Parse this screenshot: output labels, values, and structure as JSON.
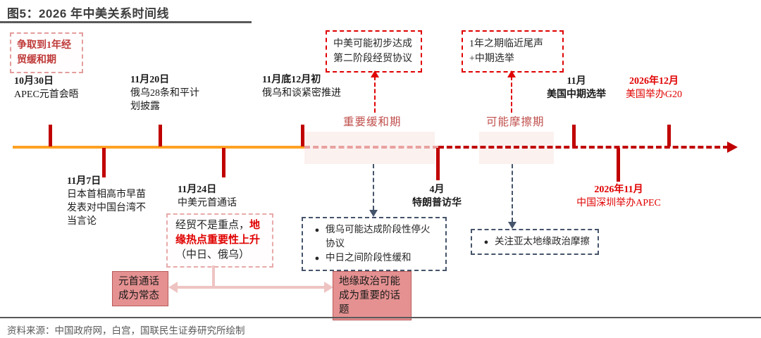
{
  "title": "图5：2026 年中美关系时间线",
  "source": "资料来源：中国政府网，白宫，国联民生证券研究所绘制",
  "icons": {
    "bullet": "●"
  },
  "colors": {
    "timeline_orange": "#ffa224",
    "timeline_pink_dashed": "#e8a2a0",
    "timeline_red_dashed": "#c00000",
    "tick_red": "#c00000",
    "accent_red": "#e00000",
    "soft_red": "#c0504d",
    "navy": "#44546a",
    "salmon_box": "#e59191",
    "highlight_pink": "#fbf1ef"
  },
  "timeline": {
    "phase_labels": {
      "easing": "重要缓和期",
      "friction": "可能摩擦期"
    },
    "events": {
      "apec_summit": {
        "date": "10月30日",
        "desc": "APEC元首会晤"
      },
      "japan_remarks": {
        "date": "11月7日",
        "desc": "日本首相高市早苗发表对中国台湾不当言论"
      },
      "peace_plan": {
        "date": "11月20日",
        "desc": "俄乌28条和平计划披露"
      },
      "leaders_call": {
        "date": "11月24日",
        "desc": "中美元首通话"
      },
      "talks_advance": {
        "date": "11月底12月初",
        "desc": "俄乌和谈紧密推进"
      },
      "trump_visit": {
        "date": "4月",
        "desc": "特朗普访华"
      },
      "midterm": {
        "date": "11月",
        "desc": "美国中期选举"
      },
      "apec_shenzhen": {
        "date": "2026年11月",
        "desc": "中国深圳举办APEC"
      },
      "g20": {
        "date": "2026年12月",
        "desc": "美国举办G20"
      }
    }
  },
  "callouts": {
    "trade_truce": "争取到1年经贸缓和期",
    "phase2_deal": "中美可能初步达成第二阶段经贸协议",
    "one_year_end": "1年之期临近尾声+中期选举",
    "strategy_note": {
      "part1": "经贸不是重点，",
      "part2": "地缘热点重要性上升",
      "part3": "（中日、俄乌）"
    },
    "easing_outcomes": {
      "item1": "俄乌可能达成阶段性停火协议",
      "item2": "中日之间阶段性缓和"
    },
    "friction_outcomes": {
      "item1": "关注亚太地缘政治摩擦"
    },
    "calls_norm": "元首通话成为常态",
    "geo_topic": "地缘政治可能成为重要的话题"
  }
}
